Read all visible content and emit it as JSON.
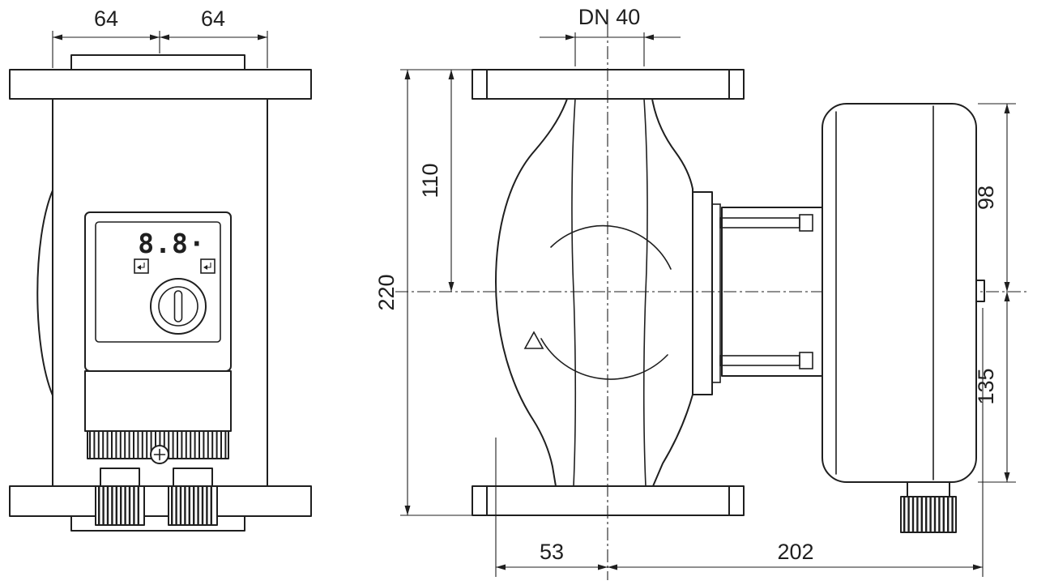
{
  "front_view": {
    "dims": {
      "flange_left": "64",
      "flange_right": "64"
    },
    "module": {
      "display_value": "8.8·"
    }
  },
  "side_view": {
    "dims": {
      "nominal_diameter": "DN 40",
      "flange_to_center": "110",
      "overall_height": "220",
      "center_to_module_top": "98",
      "center_to_module_bottom": "135",
      "center_to_volute_left": "53",
      "center_to_module_right": "202"
    }
  },
  "colors": {
    "line": "#1f1f1f",
    "background": "#ffffff"
  }
}
